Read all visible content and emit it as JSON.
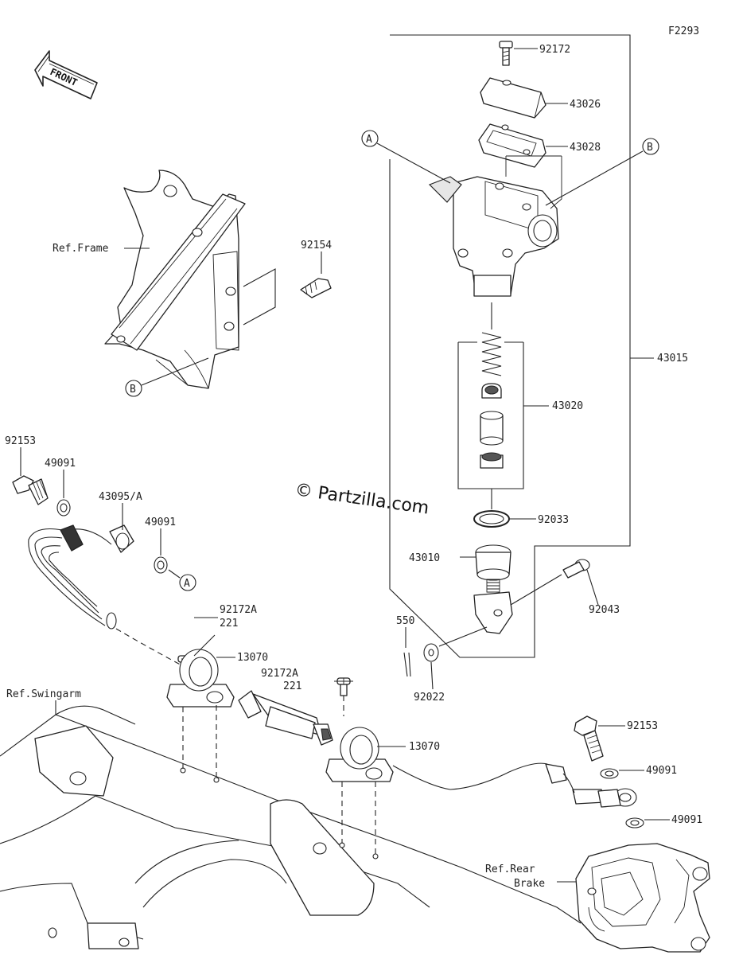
{
  "figure_code": "F2293",
  "front_label": "FRONT",
  "watermark": "© Partzilla.com",
  "callouts": {
    "a_top": "A",
    "b_top": "B",
    "b_frame": "B",
    "a_lower": "A"
  },
  "refs": {
    "frame": "Ref.Frame",
    "swingarm": "Ref.Swingarm",
    "rear_brake_1": "Ref.Rear",
    "rear_brake_2": "Brake"
  },
  "parts": {
    "p92172": "92172",
    "p43026": "43026",
    "p43028": "43028",
    "p43015": "43015",
    "p43020": "43020",
    "p92033": "92033",
    "p43010": "43010",
    "p92043": "92043",
    "p550": "550",
    "p92022": "92022",
    "p92154": "92154",
    "p92153_left": "92153",
    "p49091_left_1": "49091",
    "p43095a": "43095/A",
    "p49091_left_2": "49091",
    "p92172a_1": "92172A",
    "p221_1": "221",
    "p13070_1": "13070",
    "p92172a_2": "92172A",
    "p221_2": "221",
    "p13070_2": "13070",
    "p92153_right": "92153",
    "p49091_right_1": "49091",
    "p49091_right_2": "49091"
  }
}
